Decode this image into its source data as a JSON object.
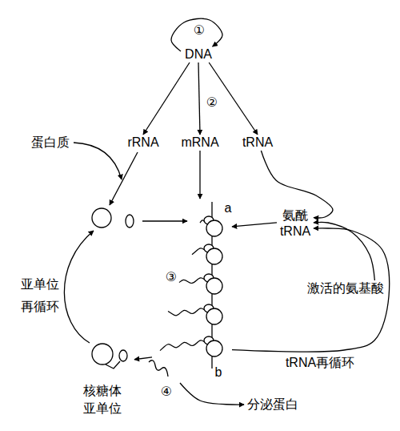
{
  "diagram": {
    "nodes": [
      {
        "text": [
          "DNA"
        ]
      },
      {
        "text": [
          "rRNA"
        ]
      },
      {
        "text": [
          "mRNA"
        ]
      },
      {
        "text": [
          "tRNA"
        ]
      },
      {
        "text": [
          "氨酰 tRNA"
        ]
      },
      {
        "text": [
          "a",
          "③",
          "b"
        ]
      },
      {
        "text": [
          "激活的氨基酸"
        ]
      },
      {
        "text": [
          "核糖体 亚单位"
        ]
      },
      {
        "text": [
          "分泌蛋白"
        ]
      }
    ],
    "edges": [
      {
        "from": 0,
        "to": 0,
        "label": "①",
        "arrow": "to"
      },
      {
        "from": 0,
        "to": 1,
        "arrow": "to"
      },
      {
        "from": 0,
        "to": 2,
        "label": "②",
        "arrow": "to"
      },
      {
        "from": 0,
        "to": 3,
        "arrow": "to"
      },
      {
        "from": 2,
        "to": 5,
        "arrow": "to"
      },
      {
        "from": 3,
        "to": 4,
        "arrow": "to"
      },
      {
        "from": 6,
        "to": 4,
        "arrow": "to"
      },
      {
        "from": 4,
        "to": 5,
        "arrow": "to"
      },
      {
        "from": 5,
        "to": 4,
        "label": "tRNA再循环",
        "arrow": "to"
      },
      {
        "from": 5,
        "to": 7,
        "arrow": "to"
      },
      {
        "from": 5,
        "to": 8,
        "label": "④",
        "arrow": "to"
      }
    ],
    "labels": [
      "蛋白质",
      "亚单位 再循环"
    ]
  }
}
